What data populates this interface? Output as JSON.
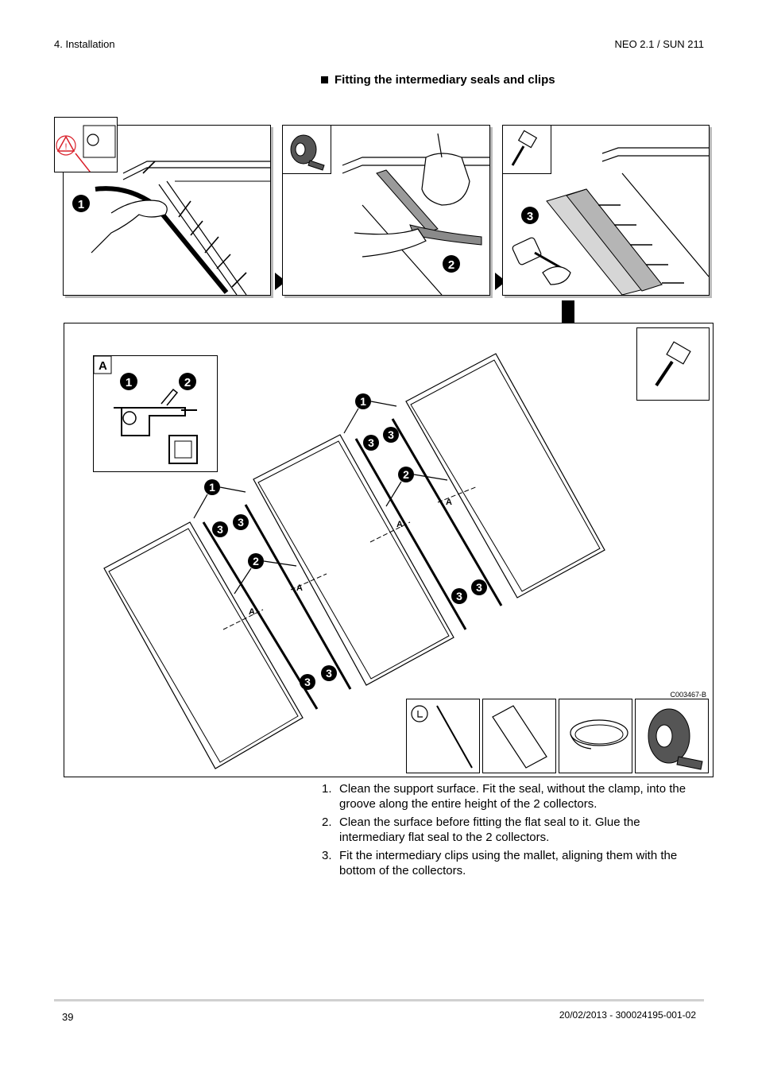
{
  "header": {
    "chapter": "4.  Installation",
    "product": "NEO 2.1 / SUN 211"
  },
  "section": {
    "title": "Fitting the intermediary seals and clips"
  },
  "figure": {
    "code": "C003467-B",
    "inset_label": "A",
    "callouts": {
      "one": "1",
      "two": "2",
      "three": "3",
      "section_mark": "A"
    },
    "icons": [
      "warning-icon",
      "seal-tape-icon",
      "mallet-icon",
      "clip-bar-icon",
      "flat-seal-icon",
      "cord-seal-icon",
      "tape-roll-icon"
    ],
    "colors": {
      "warning": "#d9202a",
      "accent": "#000000"
    }
  },
  "steps": [
    {
      "number": "1.",
      "text": "Clean the support surface. Fit the seal, without the clamp, into the groove along the entire height of the 2 collectors."
    },
    {
      "number": "2.",
      "text": "Clean the surface before fitting the flat seal to it. Glue the intermediary flat seal to the 2 collectors."
    },
    {
      "number": "3.",
      "text": "Fit the intermediary clips using the mallet, aligning them with the bottom of the collectors."
    }
  ],
  "footer": {
    "page": "39",
    "doc_ref": "20/02/2013 - 300024195-001-02"
  }
}
